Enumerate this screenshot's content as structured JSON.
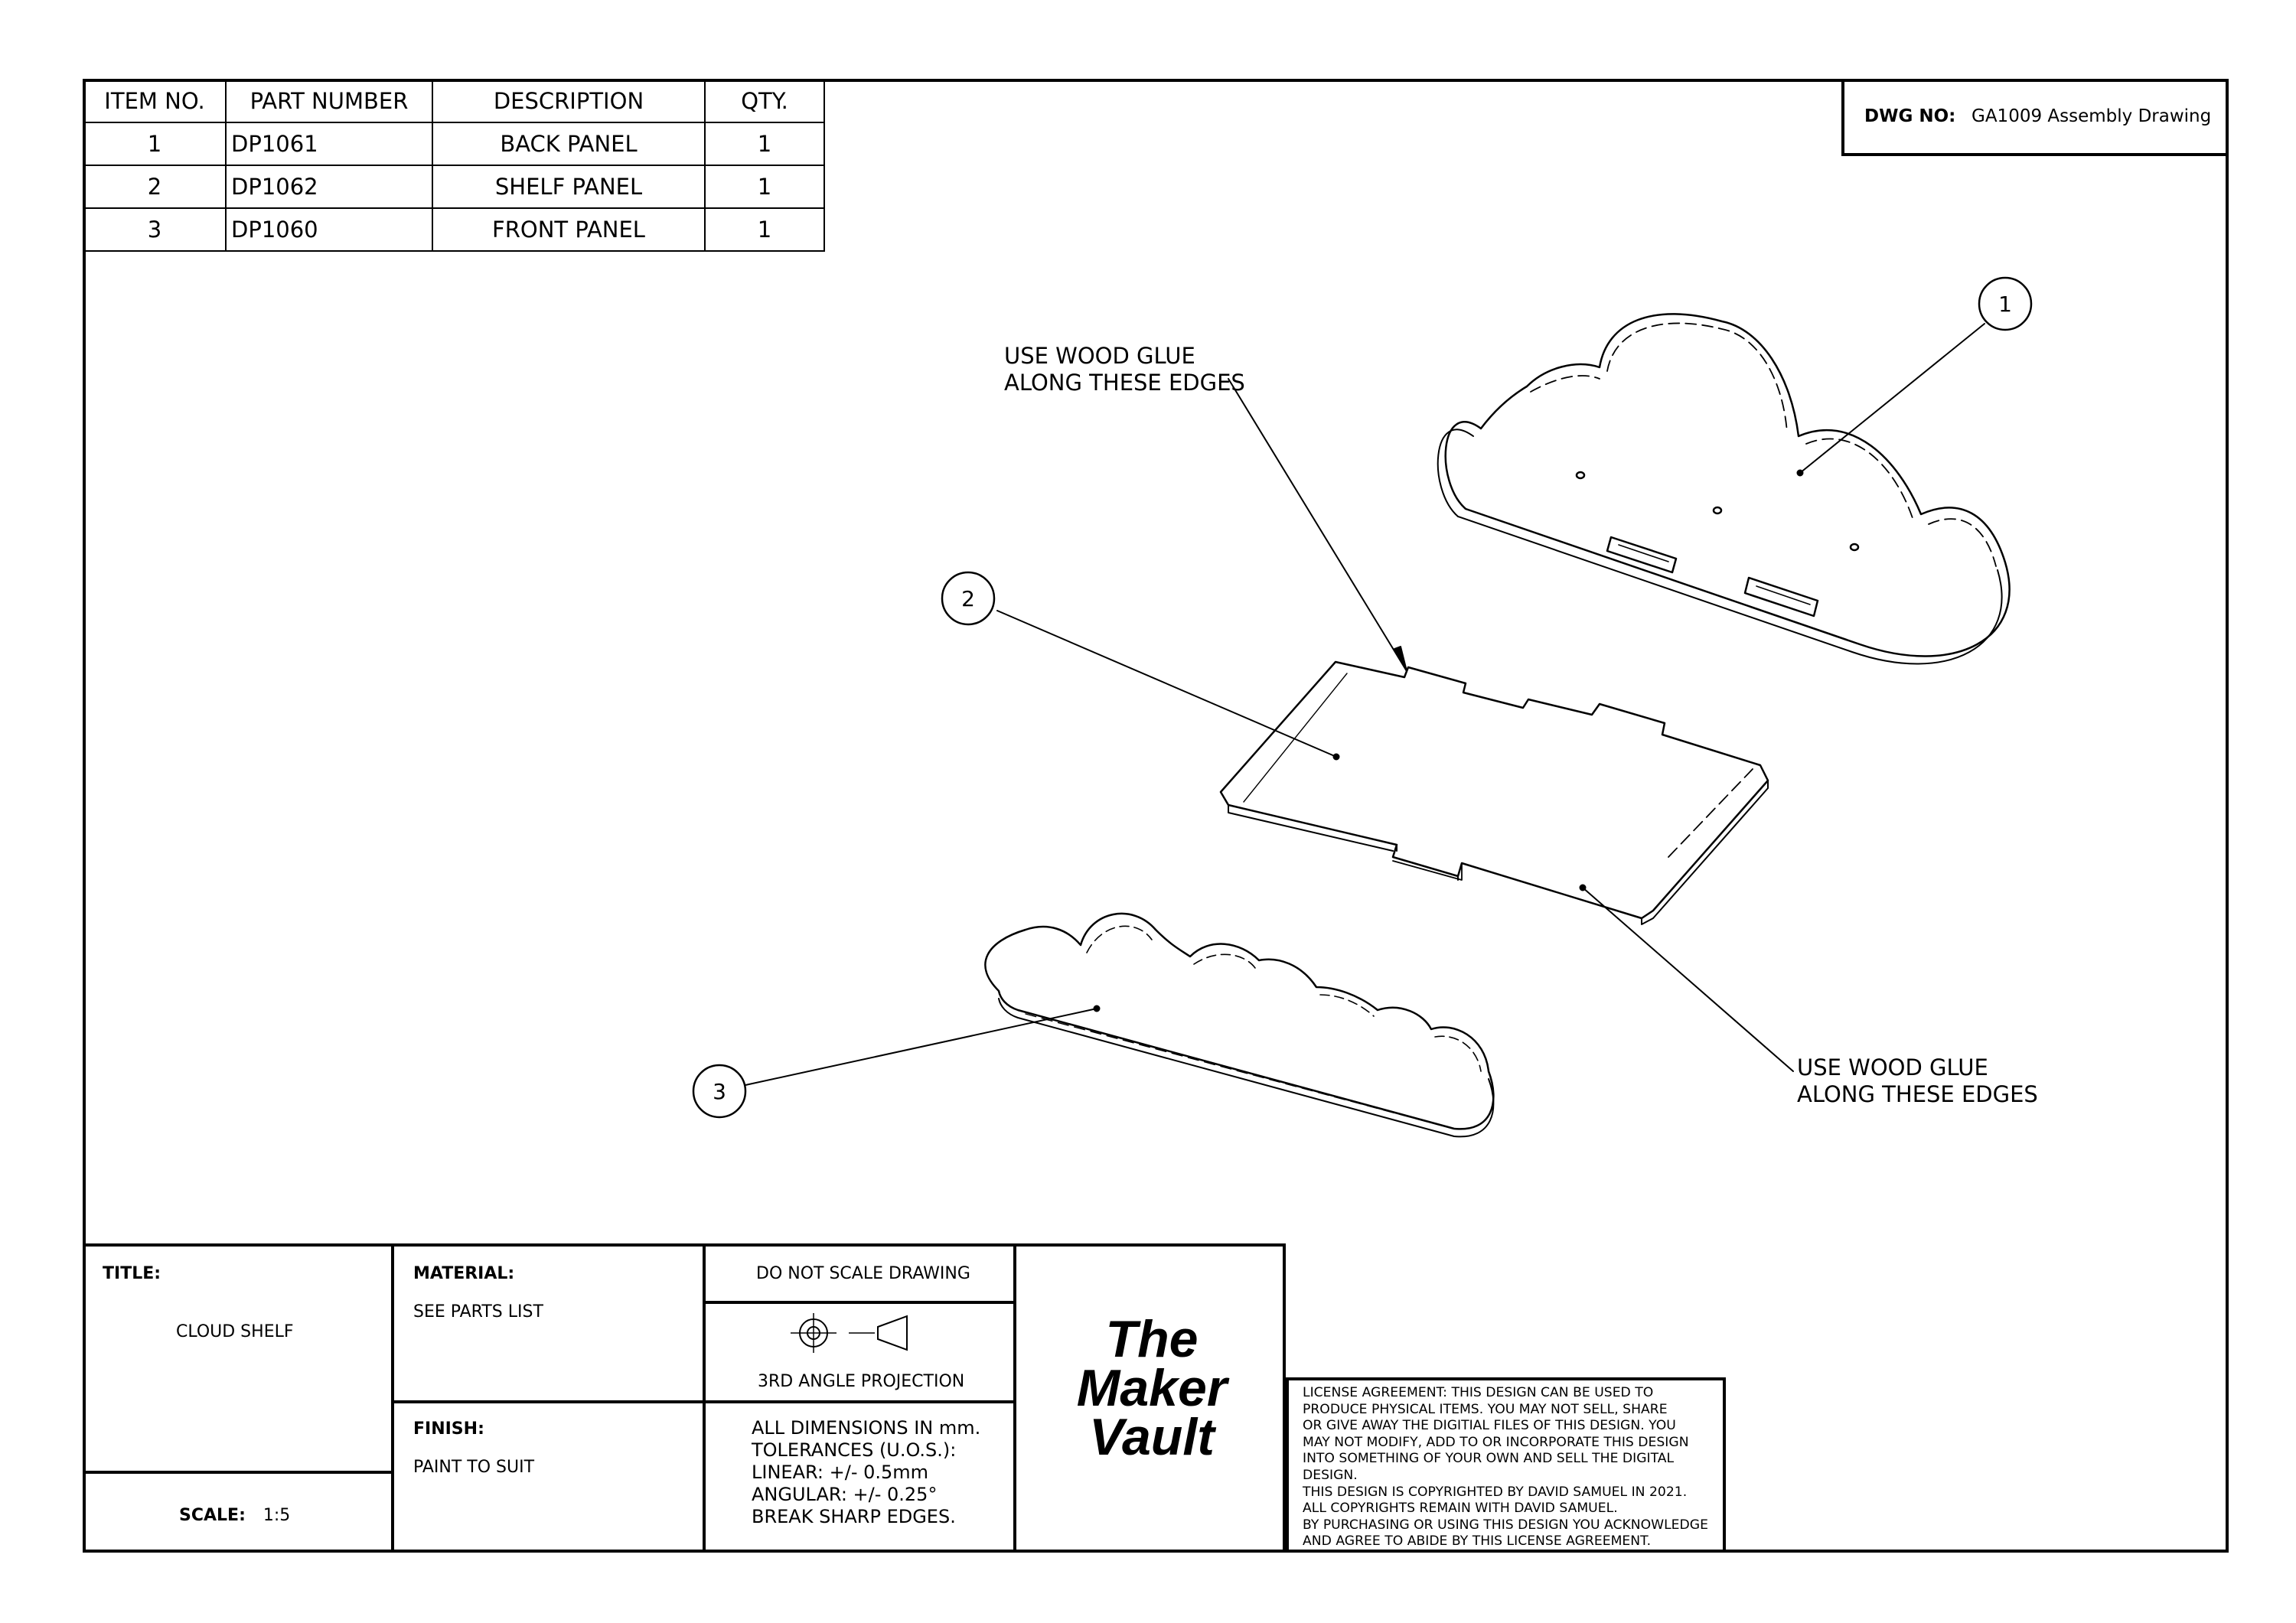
{
  "parts_list": {
    "headers": [
      "ITEM NO.",
      "PART NUMBER",
      "DESCRIPTION",
      "QTY."
    ],
    "rows": [
      [
        "1",
        "DP1061",
        "BACK PANEL",
        "1"
      ],
      [
        "2",
        "DP1062",
        "SHELF PANEL",
        "1"
      ],
      [
        "3",
        "DP1060",
        "FRONT PANEL",
        "1"
      ]
    ]
  },
  "drawing_number": {
    "label": "DWG NO:",
    "value": "GA1009 Assembly Drawing"
  },
  "notes": {
    "glue_top": [
      "USE WOOD GLUE",
      "ALONG THESE EDGES"
    ],
    "glue_bottom": [
      "USE WOOD GLUE",
      "ALONG THESE EDGES"
    ]
  },
  "balloons": [
    "1",
    "2",
    "3"
  ],
  "title_block": {
    "title_label": "TITLE:",
    "title_value": "CLOUD SHELF",
    "scale_label": "SCALE:",
    "scale_value": "1:5",
    "material_label": "MATERIAL:",
    "material_value": "SEE PARTS LIST",
    "finish_label": "FINISH:",
    "finish_value": "PAINT TO SUIT",
    "do_not_scale": "DO NOT SCALE DRAWING",
    "projection": "3RD ANGLE PROJECTION",
    "projection_icon": "third-angle-projection-icon",
    "tolerances": [
      "ALL DIMENSIONS IN mm.",
      "TOLERANCES (U.O.S.):",
      "LINEAR: +/- 0.5mm",
      "ANGULAR: +/- 0.25°",
      "BREAK SHARP EDGES."
    ],
    "logo": [
      "The",
      "Maker",
      "Vault"
    ]
  },
  "license": [
    "LICENSE AGREEMENT: THIS DESIGN CAN BE USED TO",
    "PRODUCE PHYSICAL ITEMS. YOU MAY NOT SELL, SHARE",
    "OR GIVE AWAY THE DIGITIAL FILES OF THIS DESIGN. YOU",
    "MAY NOT MODIFY, ADD TO OR INCORPORATE THIS DESIGN",
    "INTO SOMETHING OF YOUR OWN AND SELL THE DIGITAL",
    "DESIGN.",
    "THIS DESIGN IS COPYRIGHTED BY DAVID SAMUEL IN 2021.",
    "ALL COPYRIGHTS REMAIN WITH DAVID SAMUEL.",
    "BY PURCHASING OR USING THIS DESIGN YOU ACKNOWLEDGE",
    "AND AGREE TO ABIDE BY THIS LICENSE AGREEMENT."
  ]
}
